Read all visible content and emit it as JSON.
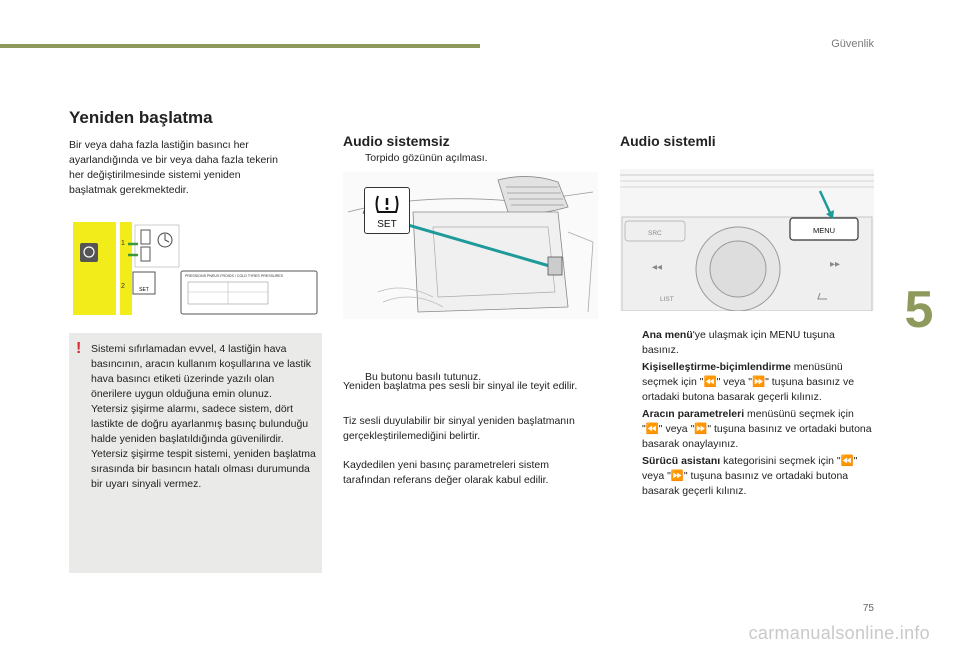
{
  "header": {
    "section_label": "Güvenlik",
    "chapter_number": "5",
    "page_number": "75"
  },
  "watermark": "carmanualsonline.info",
  "col1": {
    "title": "Yeniden başlatma",
    "intro": "Bir veya daha fazla lastiğin basıncı her ayarlandığında ve bir veya daha fazla tekerin her değiştirilmesinde sistemi yeniden başlatmak gerekmektedir.",
    "figure_labels": {
      "step1": "1",
      "step2": "2",
      "sticker_icon": "SET",
      "sticker_heading": "PRESSIONS PNEUS FROIDS / COLD TYRES PRESSURES"
    },
    "warning": {
      "mark": "!",
      "lines": [
        "Sistemi sıfırlamadan evvel, 4 lastiğin hava basıncının, aracın kullanım koşullarına ve lastik hava basıncı etiketi üzerinde yazılı olan önerilere uygun olduğuna emin olunuz.",
        "Yetersiz şişirme alarmı, sadece sistem, dört lastikte de doğru ayarlanmış basınç bulunduğu halde yeniden başlatıldığında güvenilirdir.",
        "Yetersiz şişirme tespit sistemi, yeniden başlatma sırasında bir basıncın hatalı olması durumunda bir uyarı sinyali vermez."
      ]
    }
  },
  "col2": {
    "title": "Audio sistemsiz",
    "bullet_mark": "",
    "bullet1": "Torpido gözünün açılması.",
    "icon_label": "SET",
    "bullet2": "Bu butonu basılı tutunuz.",
    "para1": "Yeniden başlatma pes sesli bir sinyal ile teyit edilir.",
    "para2": "Tiz sesli duyulabilir bir sinyal yeniden başlatmanın gerçekleştirilemediğini belirtir.",
    "para3": "Kaydedilen yeni basınç parametreleri sistem tarafından referans değer olarak kabul edilir."
  },
  "col3": {
    "title": "Audio sistemli",
    "radio_labels": {
      "menu": "MENU",
      "src": "SRC",
      "list": "LIST",
      "prev": "◀◀",
      "next": "▶▶"
    },
    "bullets": [
      {
        "bold": "Ana menü",
        "text": "'ye ulaşmak için MENU tuşuna basınız."
      },
      {
        "bold": "Kişiselleştirme-biçimlendirme",
        "text": " menüsünü seçmek için \"⏪\" veya \"⏩\" tuşuna basınız ve ortadaki butona basarak geçerli kılınız."
      },
      {
        "bold": "Aracın parametreleri",
        "text": " menüsünü seçmek için \"⏪\" veya \"⏩\" tuşuna basınız ve ortadaki butona basarak onaylayınız."
      },
      {
        "bold": "Sürücü asistanı",
        "text": " kategorisini seçmek için \"⏪\" veya \"⏩\" tuşuna basınız ve ortadaki butona basarak geçerli kılınız."
      }
    ]
  },
  "colors": {
    "accent": "#8e9a5b",
    "warning": "#d9272e",
    "warn_bg": "#eaeae8",
    "highlight_teal": "#1f9a9a",
    "sticker_yellow": "#f2ec1b"
  }
}
